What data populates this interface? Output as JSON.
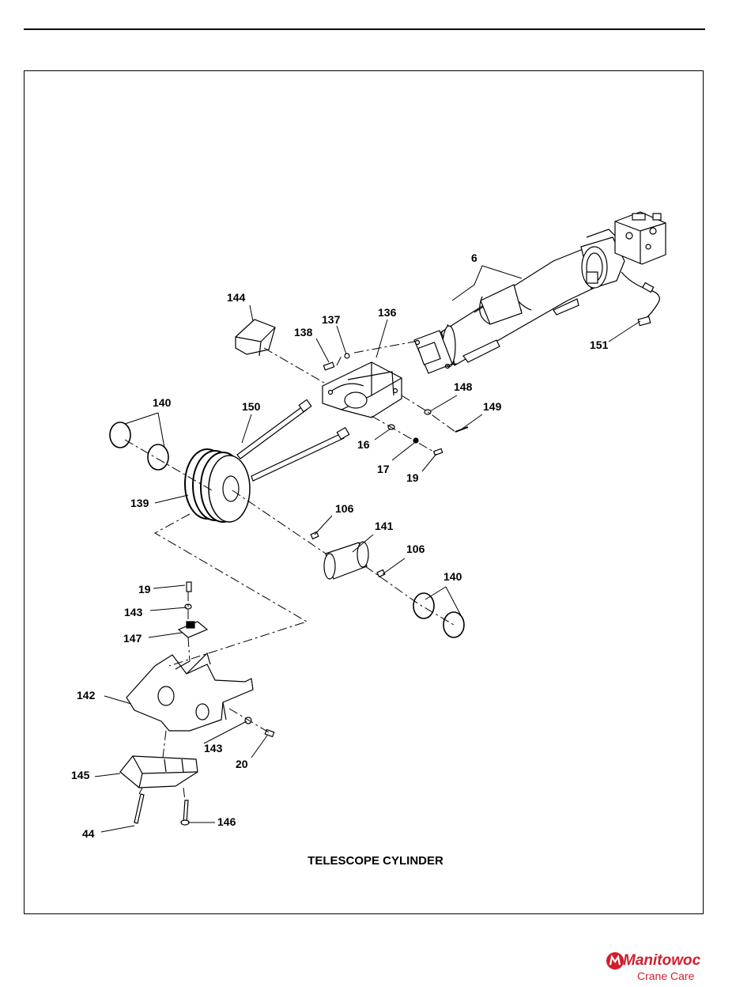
{
  "figure": {
    "caption": "TELESCOPE CYLINDER"
  },
  "callouts": {
    "c6": "6",
    "c151": "151",
    "c144": "144",
    "c138": "138",
    "c137": "137",
    "c136": "136",
    "c148": "148",
    "c149": "149",
    "c140a": "140",
    "c150": "150",
    "c16": "16",
    "c17": "17",
    "c19a": "19",
    "c139": "139",
    "c106a": "106",
    "c141": "141",
    "c106b": "106",
    "c140b": "140",
    "c19b": "19",
    "c143a": "143",
    "c147": "147",
    "c142": "142",
    "c143b": "143",
    "c20": "20",
    "c145": "145",
    "c44": "44",
    "c146": "146"
  },
  "brand": {
    "name": "Manitowoc",
    "sub": "Crane Care",
    "color": "#d11f2f"
  }
}
